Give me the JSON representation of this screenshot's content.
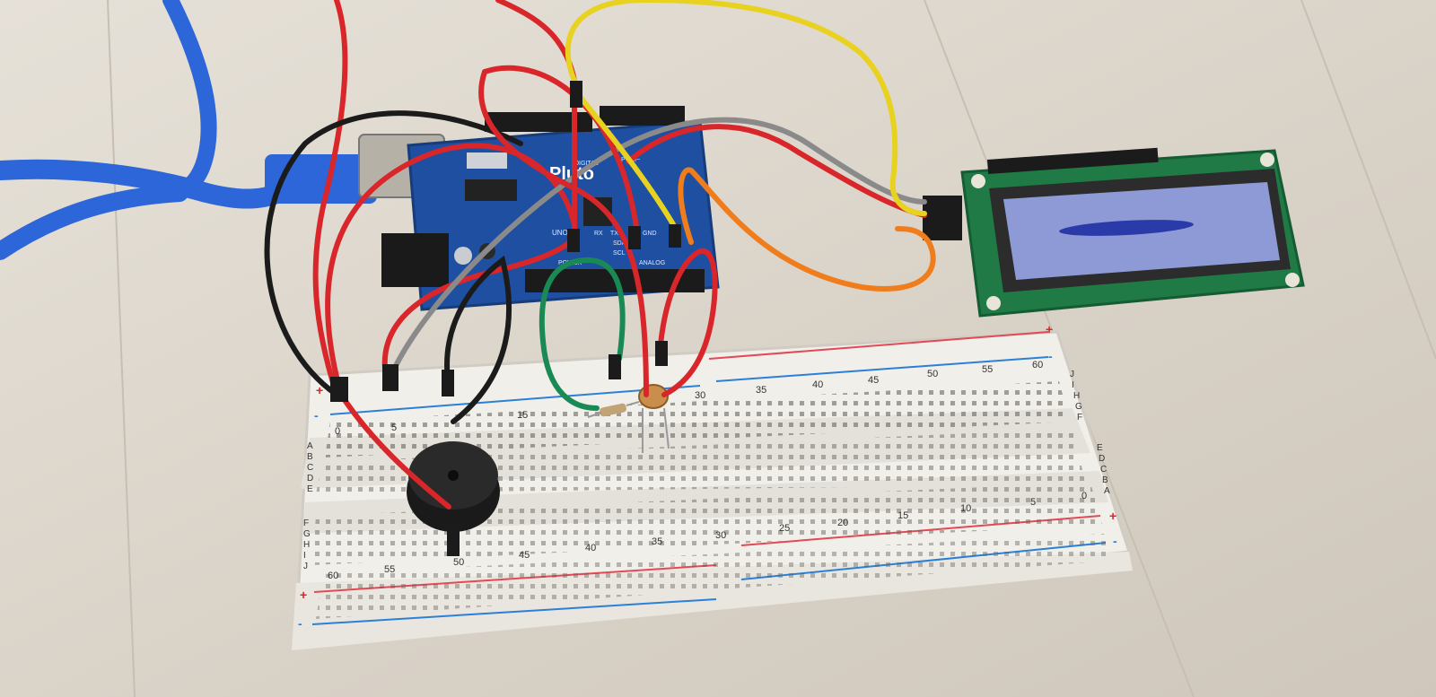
{
  "scene": {
    "arduino": {
      "brand": "Pluto",
      "model": "UNO R3",
      "silk": [
        "DIGITAL",
        "PWM~",
        "TX",
        "RX",
        "SDA",
        "SCL",
        "GND",
        "POWER",
        "ANALOG"
      ]
    },
    "breadboard": {
      "top_numbers": [
        "0",
        "5",
        "15",
        "30",
        "35",
        "40",
        "45",
        "50",
        "55",
        "60"
      ],
      "bottom_numbers": [
        "60",
        "55",
        "50",
        "45",
        "40",
        "35",
        "30",
        "25",
        "20",
        "15",
        "10",
        "5",
        "0"
      ],
      "row_letters_upper": [
        "A",
        "B",
        "C",
        "D",
        "E"
      ],
      "row_letters_lower": [
        "F",
        "G",
        "H",
        "I",
        "J"
      ],
      "right_letters_top": [
        "J",
        "I",
        "H",
        "G",
        "F"
      ],
      "right_letters_mid": [
        "E",
        "D",
        "C",
        "B",
        "A"
      ],
      "rail_plus": "+",
      "rail_minus": "-"
    },
    "colors": {
      "floor": "#d9d2c7",
      "arduino_pcb": "#1f4fa0",
      "lcd_pcb": "#1f7a45",
      "lcd_screen": "#8d9ad6",
      "cable_usb": "#2c66d8",
      "wire_red": "#d8262a",
      "wire_black": "#1b1b1b",
      "wire_yellow": "#e8d21f",
      "wire_gray": "#8a8a8a",
      "wire_orange": "#f07d1c",
      "wire_green": "#1a8a55",
      "breadboard": "#f1efea"
    }
  }
}
